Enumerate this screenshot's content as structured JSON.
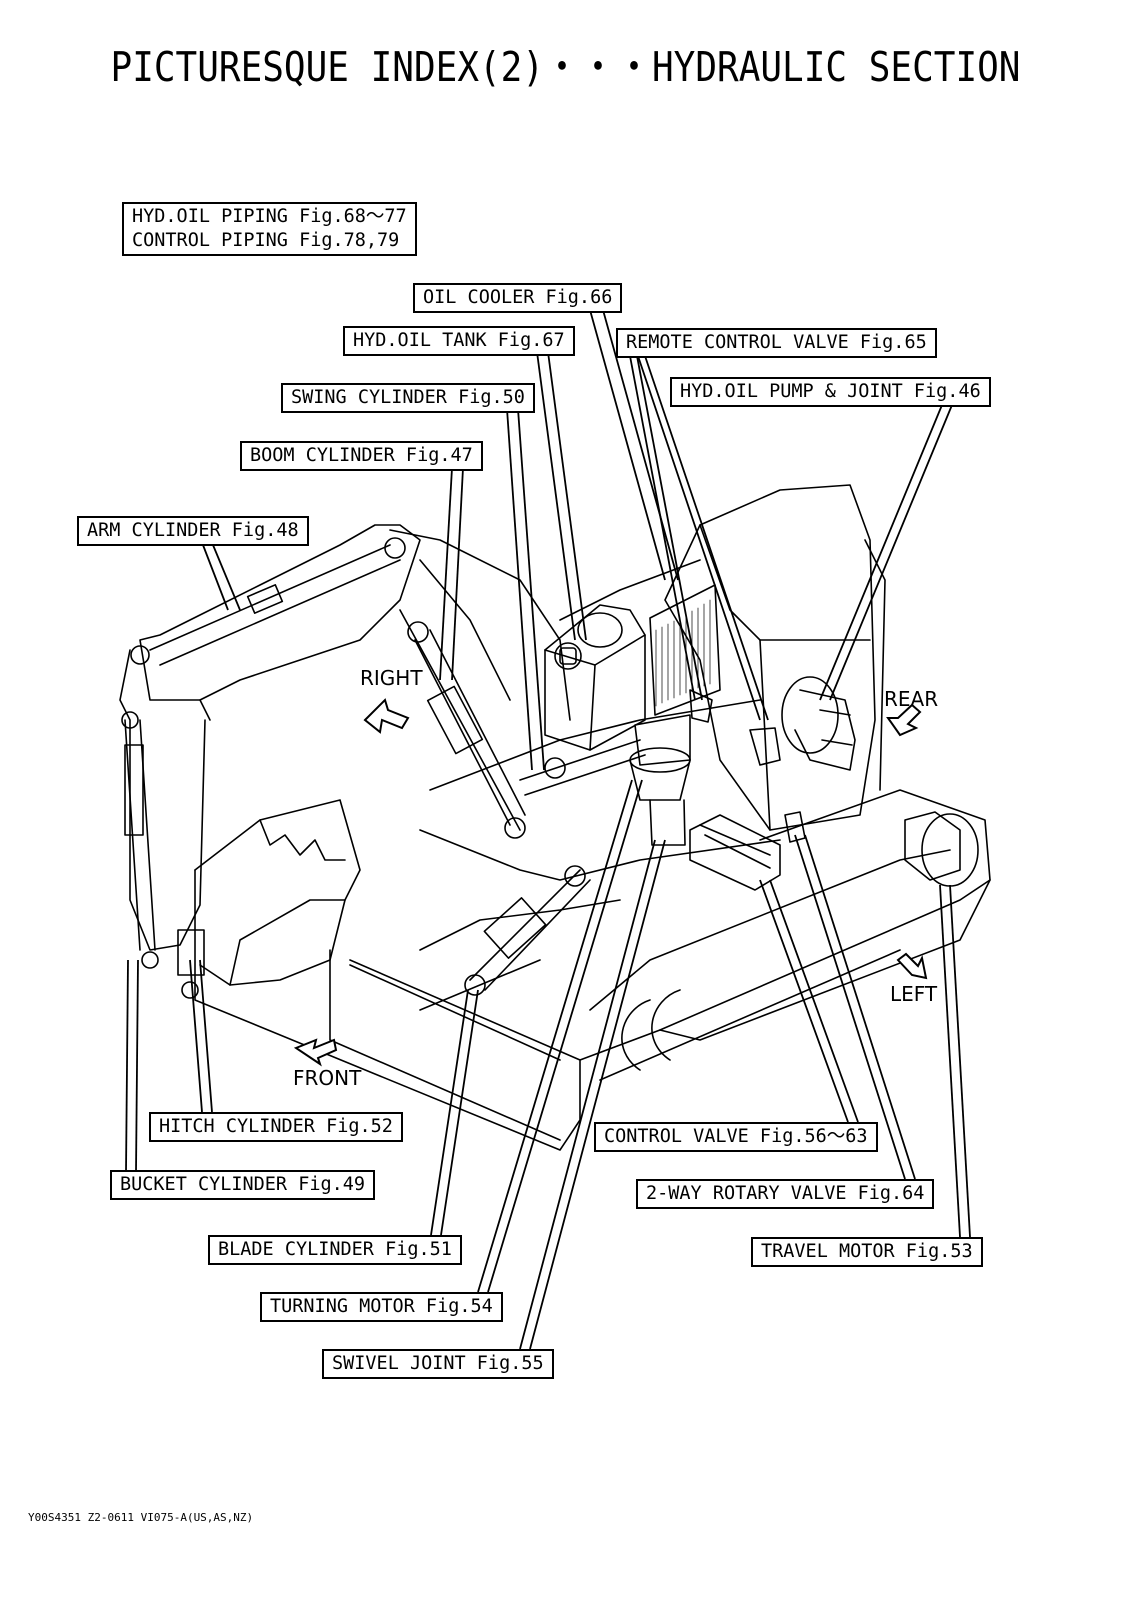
{
  "title": "PICTURESQUE INDEX(2)・・・HYDRAULIC SECTION",
  "labels": {
    "hyd_oil_piping": "HYD.OIL PIPING Fig.68～77",
    "control_piping": "CONTROL PIPING Fig.78,79",
    "oil_cooler": "OIL COOLER Fig.66",
    "hyd_oil_tank": "HYD.OIL TANK Fig.67",
    "remote_control_valve": "REMOTE CONTROL VALVE Fig.65",
    "hyd_oil_pump_joint": "HYD.OIL PUMP & JOINT Fig.46",
    "swing_cylinder": "SWING CYLINDER Fig.50",
    "boom_cylinder": "BOOM CYLINDER Fig.47",
    "arm_cylinder": "ARM CYLINDER Fig.48",
    "hitch_cylinder": "HITCH CYLINDER Fig.52",
    "bucket_cylinder": "BUCKET CYLINDER Fig.49",
    "blade_cylinder": "BLADE CYLINDER Fig.51",
    "turning_motor": "TURNING MOTOR Fig.54",
    "swivel_joint": "SWIVEL JOINT Fig.55",
    "control_valve": "CONTROL VALVE Fig.56～63",
    "rotary_valve": "2-WAY ROTARY VALVE Fig.64",
    "travel_motor": "TRAVEL MOTOR Fig.53"
  },
  "directions": {
    "right": "RIGHT",
    "rear": "REAR",
    "left": "LEFT",
    "front": "FRONT"
  },
  "footer": "Y00S4351 Z2-0611 VI075-A(US,AS,NZ)"
}
